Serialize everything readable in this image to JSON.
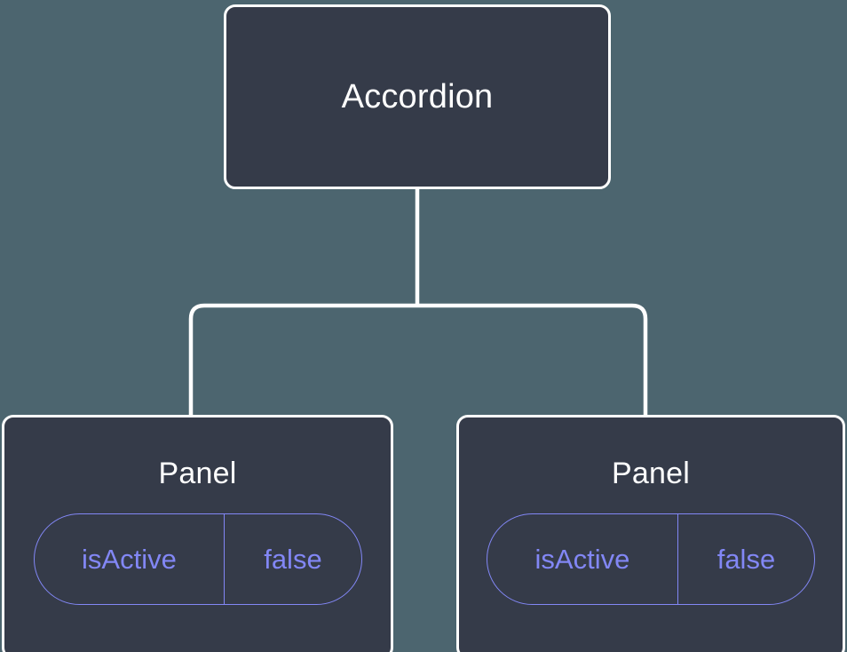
{
  "theme": {
    "background": "#4c656f",
    "node_fill": "#353b49",
    "node_border": "#ffffff",
    "node_text": "#ffffff",
    "edge_color": "#ffffff",
    "badge_accent": "#8287f5"
  },
  "diagram": {
    "type": "component-tree",
    "root": {
      "title": "Accordion"
    },
    "children": [
      {
        "title": "Panel",
        "state": {
          "key": "isActive",
          "value": "false"
        }
      },
      {
        "title": "Panel",
        "state": {
          "key": "isActive",
          "value": "false"
        }
      }
    ]
  }
}
